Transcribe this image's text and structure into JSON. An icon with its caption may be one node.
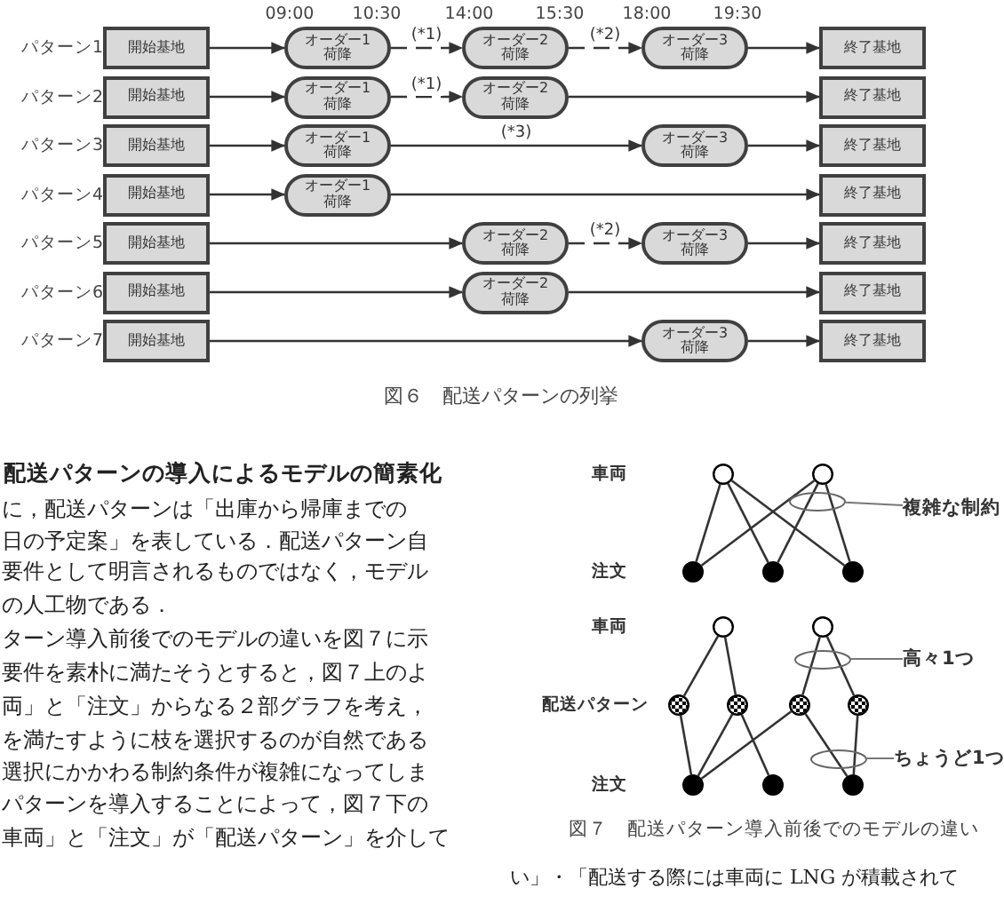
{
  "diagram": {
    "nodes": [
      {
        "text": [
          "開始基地"
        ]
      },
      {
        "text": [
          "オーダー1",
          "荷降"
        ]
      },
      {
        "text": [
          "オーダー2",
          "荷降"
        ]
      },
      {
        "text": [
          "オーダー3",
          "荷降"
        ]
      },
      {
        "text": [
          "終了基地"
        ]
      },
      {
        "text": [
          "開始基地"
        ]
      },
      {
        "text": [
          "オーダー1",
          "荷降"
        ]
      },
      {
        "text": [
          "オーダー2",
          "荷降"
        ]
      },
      {
        "text": [
          "終了基地"
        ]
      },
      {
        "text": [
          "開始基地"
        ]
      },
      {
        "text": [
          "オーダー1",
          "荷降"
        ]
      },
      {
        "text": [
          "オーダー3",
          "荷降"
        ]
      },
      {
        "text": [
          "終了基地"
        ]
      },
      {
        "text": [
          "開始基地"
        ]
      },
      {
        "text": [
          "オーダー1",
          "荷降"
        ]
      },
      {
        "text": [
          "終了基地"
        ]
      },
      {
        "text": [
          "開始基地"
        ]
      },
      {
        "text": [
          "オーダー2",
          "荷降"
        ]
      },
      {
        "text": [
          "オーダー3",
          "荷降"
        ]
      },
      {
        "text": [
          "終了基地"
        ]
      },
      {
        "text": [
          "開始基地"
        ]
      },
      {
        "text": [
          "オーダー2",
          "荷降"
        ]
      },
      {
        "text": [
          "終了基地"
        ]
      },
      {
        "text": [
          "開始基地"
        ]
      },
      {
        "text": [
          "オーダー3",
          "荷降"
        ]
      },
      {
        "text": [
          "終了基地"
        ]
      },
      {
        "text": [],
        "shape": "circle"
      },
      {
        "text": [],
        "shape": "circle"
      },
      {
        "text": [],
        "shape": "ellipse"
      },
      {
        "text": [
          "複雑な制約"
        ]
      },
      {
        "text": [],
        "shape": "circle"
      },
      {
        "text": [],
        "shape": "circle"
      },
      {
        "text": [],
        "shape": "circle"
      },
      {
        "text": [],
        "shape": "circle"
      },
      {
        "text": [],
        "shape": "circle"
      },
      {
        "text": [],
        "shape": "ellipse"
      },
      {
        "text": [
          "高々1つ"
        ]
      },
      {
        "text": [],
        "shape": "circle"
      },
      {
        "text": [],
        "shape": "circle"
      },
      {
        "text": [],
        "shape": "circle"
      },
      {
        "text": [],
        "shape": "circle"
      },
      {
        "text": [],
        "shape": "ellipse"
      },
      {
        "text": [
          "ちょうど1つ"
        ]
      },
      {
        "text": [],
        "shape": "circle"
      },
      {
        "text": [],
        "shape": "circle"
      },
      {
        "text": [],
        "shape": "circle"
      }
    ],
    "edges": [
      {
        "from": 0,
        "to": 1,
        "arrow": "to"
      },
      {
        "from": 1,
        "to": 2,
        "arrow": "to",
        "label": "(*1)",
        "style": "dashed"
      },
      {
        "from": 2,
        "to": 3,
        "arrow": "to",
        "label": "(*2)",
        "style": "dashed"
      },
      {
        "from": 3,
        "to": 4,
        "arrow": "to"
      },
      {
        "from": 5,
        "to": 6,
        "arrow": "to"
      },
      {
        "from": 6,
        "to": 7,
        "arrow": "to",
        "label": "(*1)",
        "style": "dashed"
      },
      {
        "from": 7,
        "to": 8,
        "arrow": "to"
      },
      {
        "from": 9,
        "to": 10,
        "arrow": "to"
      },
      {
        "from": 10,
        "to": 11,
        "arrow": "to",
        "label": "(*3)"
      },
      {
        "from": 11,
        "to": 12,
        "arrow": "to"
      },
      {
        "from": 13,
        "to": 14,
        "arrow": "to"
      },
      {
        "from": 14,
        "to": 15,
        "arrow": "to"
      },
      {
        "from": 16,
        "to": 17,
        "arrow": "to"
      },
      {
        "from": 17,
        "to": 18,
        "arrow": "to",
        "label": "(*2)",
        "style": "dashed"
      },
      {
        "from": 18,
        "to": 19,
        "arrow": "to"
      },
      {
        "from": 20,
        "to": 21,
        "arrow": "to"
      },
      {
        "from": 21,
        "to": 22,
        "arrow": "to"
      },
      {
        "from": 23,
        "to": 24,
        "arrow": "to"
      },
      {
        "from": 24,
        "to": 25,
        "arrow": "to"
      },
      {
        "from": 26,
        "to": 30,
        "arrow": "none"
      },
      {
        "from": 26,
        "to": 31,
        "arrow": "none"
      },
      {
        "from": 26,
        "to": 32,
        "arrow": "none"
      },
      {
        "from": 27,
        "to": 30,
        "arrow": "none"
      },
      {
        "from": 27,
        "to": 31,
        "arrow": "none"
      },
      {
        "from": 27,
        "to": 32,
        "arrow": "none"
      },
      {
        "from": 29,
        "to": 28,
        "arrow": "none"
      },
      {
        "from": 33,
        "to": 37,
        "arrow": "none"
      },
      {
        "from": 33,
        "to": 38,
        "arrow": "none"
      },
      {
        "from": 34,
        "to": 39,
        "arrow": "none"
      },
      {
        "from": 34,
        "to": 40,
        "arrow": "none"
      },
      {
        "from": 37,
        "to": 43,
        "arrow": "none"
      },
      {
        "from": 38,
        "to": 43,
        "arrow": "none"
      },
      {
        "from": 38,
        "to": 44,
        "arrow": "none"
      },
      {
        "from": 39,
        "to": 43,
        "arrow": "none"
      },
      {
        "from": 39,
        "to": 45,
        "arrow": "none"
      },
      {
        "from": 40,
        "to": 45,
        "arrow": "none"
      },
      {
        "from": 36,
        "to": 35,
        "arrow": "none"
      },
      {
        "from": 42,
        "to": 41,
        "arrow": "none"
      }
    ],
    "labels": [
      "09:00",
      "10:30",
      "14:00",
      "15:30",
      "18:00",
      "19:30",
      "パターン1",
      "パターン2",
      "パターン3",
      "パターン4",
      "パターン5",
      "パターン6",
      "パターン7",
      "図６　配送パターンの列挙",
      "配送パターンの導入によるモデルの簡素化",
      "に，配送パターンは「出庫から帰庫までの",
      "日の予定案」を表している．配送パターン自",
      "要件として明言されるものではなく，モデル",
      "の人工物である．",
      "ターン導入前後でのモデルの違いを図７に示",
      "要件を素朴に満たそうとすると，図７上のよ",
      "両」と「注文」からなる２部グラフを考え，",
      "を満たすように枝を選択するのが自然である",
      "選択にかかわる制約条件が複雑になってしま",
      "パターンを導入することによって，図７下の",
      "車両」と「注文」が「配送パターン」を介して",
      "車両",
      "注文",
      "車両",
      "配送パターン",
      "注文",
      "図７　配送パターン導入前後でのモデルの違い",
      "い」・「配送する際には車両に LNG が積載されて"
    ]
  }
}
